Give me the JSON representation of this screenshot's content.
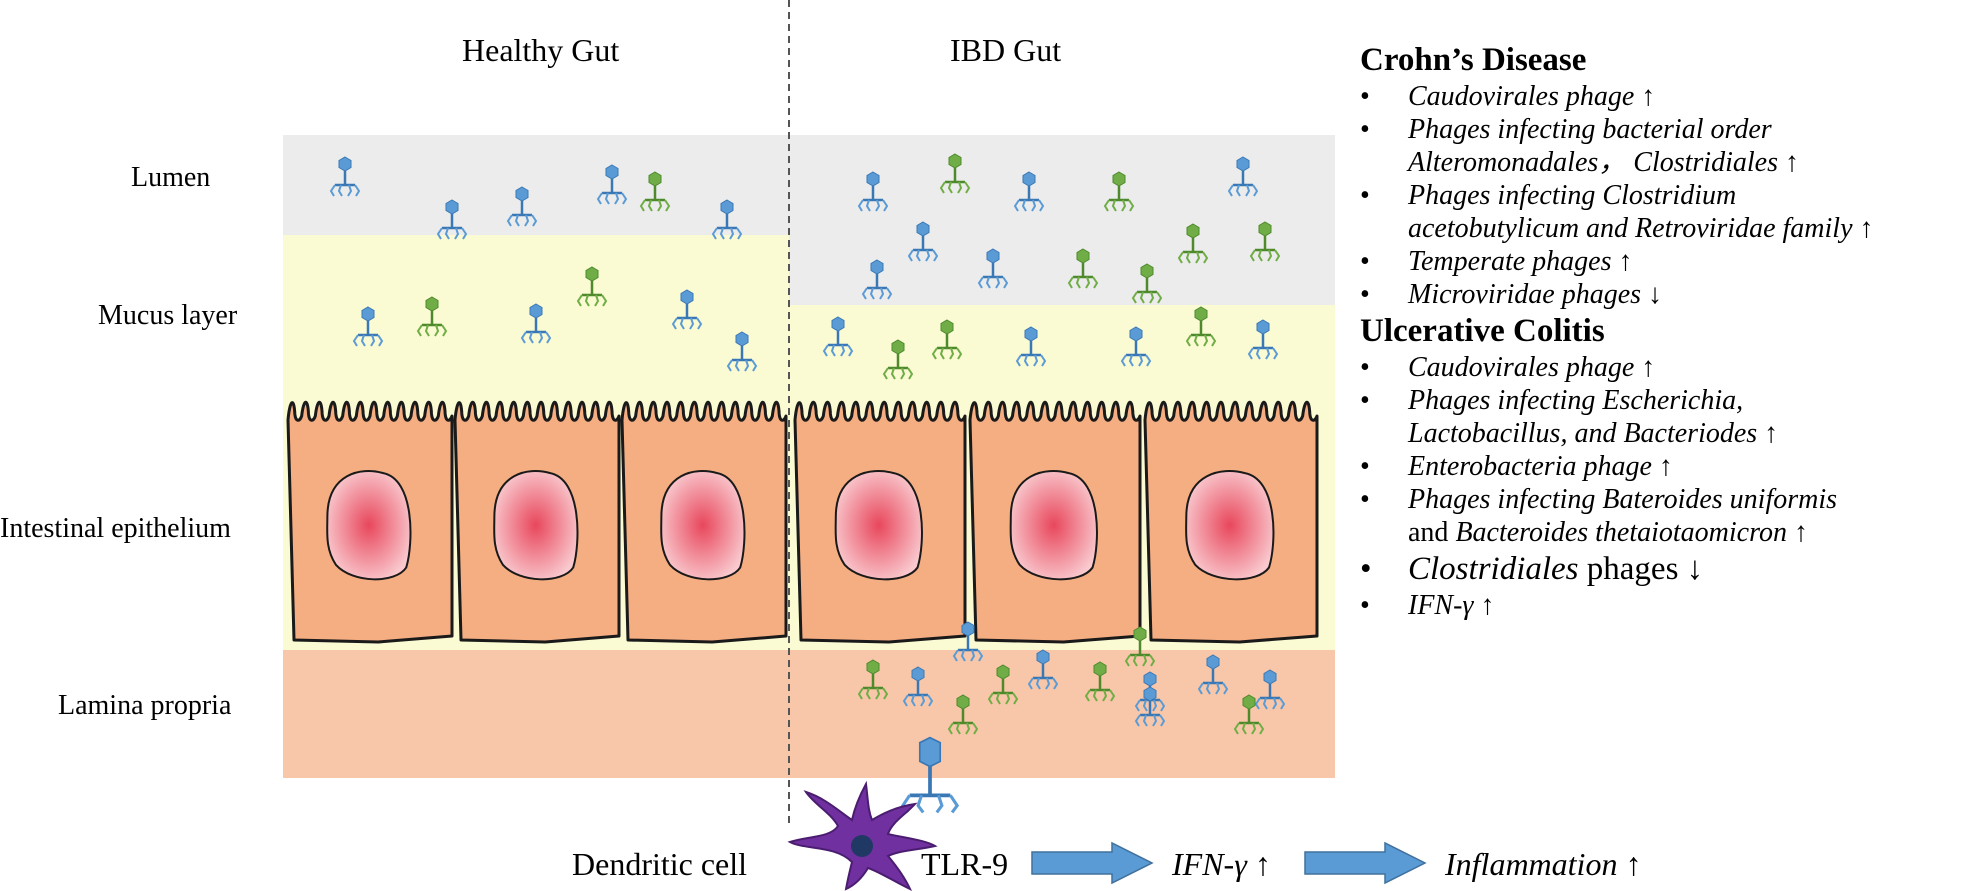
{
  "headers": {
    "healthy": "Healthy Gut",
    "ibd": "IBD Gut"
  },
  "layers": {
    "lumen": "Lumen",
    "mucus": "Mucus layer",
    "epithelium": "Intestinal epithelium",
    "lamina": "Lamina propria"
  },
  "colors": {
    "lumen": "#ececec",
    "mucus": "#fafad3",
    "lamina": "#f8c7a9",
    "cell": "#f5ad82",
    "nucleus": "#e8475c",
    "phage_blue": "#5b9bd5",
    "phage_green": "#70ad47",
    "dendritic": "#7030a0",
    "arrow": "#5b9bd5"
  },
  "icons": {
    "phage": "bacteriophage-icon",
    "dendritic": "dendritic-cell-icon",
    "arrow": "right-arrow-icon"
  },
  "flow": {
    "dendritic": "Dendritic cell",
    "tlr": "TLR-9",
    "ifn": "IFN-γ ↑",
    "inflammation": "Inflammation ↑"
  },
  "crohns": {
    "title": "Crohn’s Disease",
    "items": [
      {
        "l1": "Caudovirales phage ↑"
      },
      {
        "l1": "Phages infecting bacterial order",
        "l2": "Alteromonadales， Clostridiales ↑"
      },
      {
        "l1": "Phages infecting Clostridium",
        "l2": "acetobutylicum and Retroviridae family ↑"
      },
      {
        "l1": "Temperate phages ↑"
      },
      {
        "l1": "Microviridae phages ↓"
      }
    ]
  },
  "uc": {
    "title": "Ulcerative Colitis",
    "items": [
      {
        "l1": "Caudovirales phage ↑"
      },
      {
        "l1": "Phages infecting Escherichia,",
        "l2": "Lactobacillus, and Bacteriodes ↑"
      },
      {
        "l1": "Enterobacteria phage ↑"
      },
      {
        "l1": "Phages infecting Bateroides uniformis",
        "l2a": "and",
        "l2b": "Bacteroides thetaiotaomicron",
        "l2c": "↑"
      },
      {
        "a": "Clostridiales",
        "b": "phages ↓"
      },
      {
        "l1": "IFN-γ ↑"
      }
    ]
  }
}
